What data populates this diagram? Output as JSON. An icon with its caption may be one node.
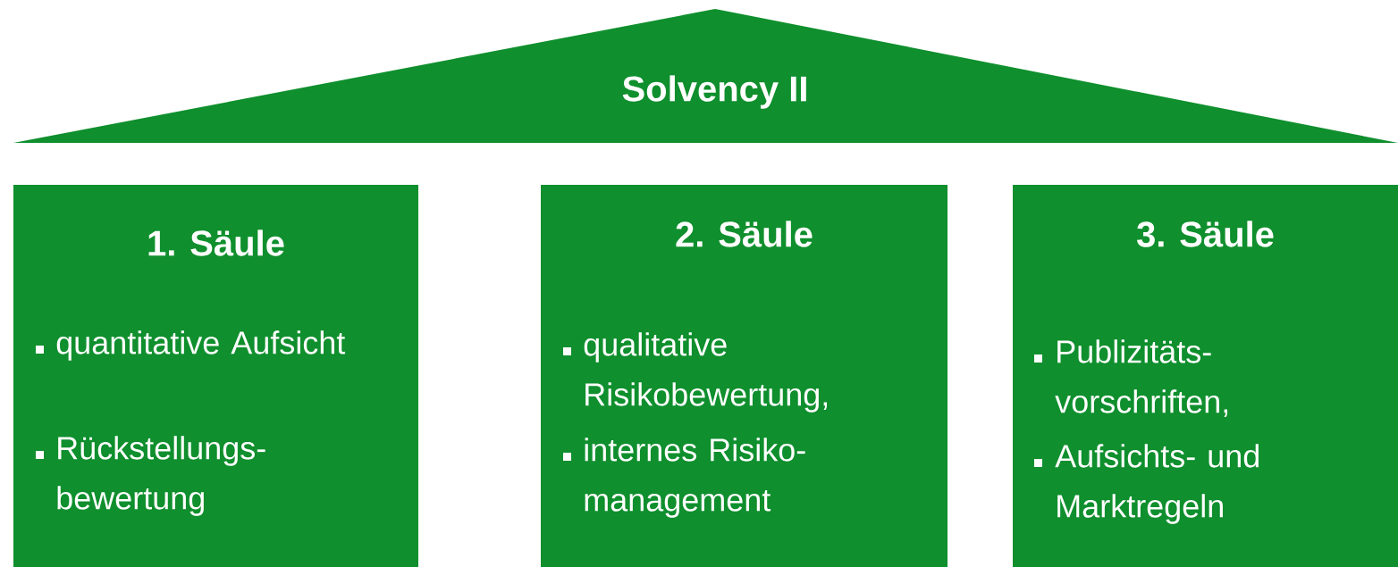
{
  "diagram": {
    "nodes": [
      {
        "text": [
          "Solvency II"
        ]
      },
      {
        "text": [
          "1. Säule",
          "quantitative Aufsicht",
          "Rückstellungs- bewertung"
        ]
      },
      {
        "text": [
          "2. Säule",
          "qualitative Risikobewertung,",
          "internes Risiko- management"
        ]
      },
      {
        "text": [
          "3. Säule",
          "Publizitäts- vorschriften,",
          "Aufsichts- und Marktregeln"
        ]
      }
    ]
  }
}
